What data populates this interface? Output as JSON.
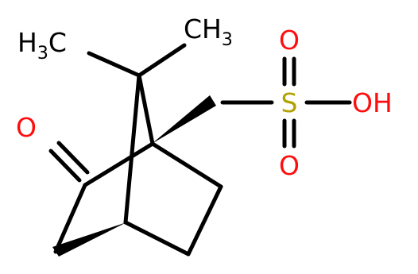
{
  "colors": {
    "bond": "#000000",
    "oxygen": "#ff0d0d",
    "sulfur": "#b2a200",
    "background": "#ffffff"
  },
  "labels": {
    "methyl_left": {
      "main": "H",
      "sub": "3",
      "tail": "C"
    },
    "methyl_right": {
      "main": "CH",
      "sub": "3"
    },
    "ketone_oxygen": "O",
    "sulfur": "S",
    "sulfonyl_oxygen_top": "O",
    "sulfonyl_oxygen_bottom": "O",
    "hydroxyl": "OH"
  }
}
